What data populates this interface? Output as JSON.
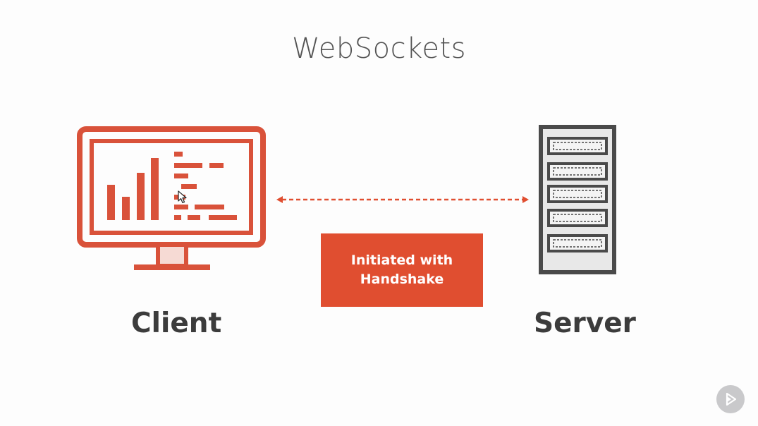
{
  "slide": {
    "title": "WebSockets",
    "client_label": "Client",
    "server_label": "Server",
    "handshake": {
      "line1": "Initiated with",
      "line2": "Handshake"
    }
  },
  "colors": {
    "accent": "#e04e30",
    "client_icon": "#d9523a",
    "server_icon": "#4a4a4a",
    "text_dark": "#3c3c3c",
    "title_text": "#555555"
  },
  "icons": {
    "client": "monitor-chart-icon",
    "server": "server-rack-icon",
    "connection": "bidirectional-dashed-arrow-icon",
    "player": "play-icon"
  }
}
